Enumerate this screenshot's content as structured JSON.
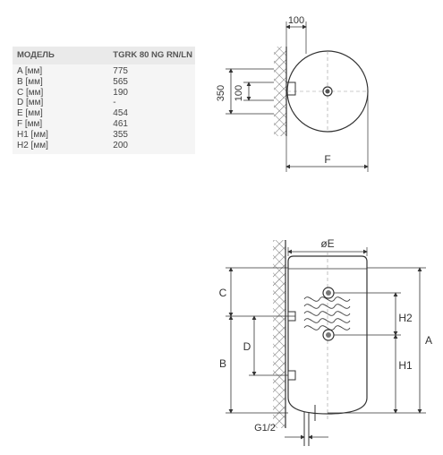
{
  "table": {
    "header": {
      "model_label": "МОДЕЛЬ",
      "model_name": "TGRK 80 NG RN/LN"
    },
    "rows": [
      {
        "label": "A [мм]",
        "value": "775"
      },
      {
        "label": "B [мм]",
        "value": "565"
      },
      {
        "label": "C [мм]",
        "value": "190"
      },
      {
        "label": "D [мм]",
        "value": "-"
      },
      {
        "label": "E [мм]",
        "value": "454"
      },
      {
        "label": "F [мм]",
        "value": "461"
      },
      {
        "label": "H1 [мм]",
        "value": "355"
      },
      {
        "label": "H2 [мм]",
        "value": "200"
      }
    ]
  },
  "top_view": {
    "dim_top": "100",
    "dim_left_outer": "350",
    "dim_left_inner": "100",
    "dim_bottom": "F"
  },
  "side_view": {
    "diameter": "øE",
    "C": "C",
    "B": "B",
    "D": "D",
    "A": "A",
    "H1": "H1",
    "H2": "H2",
    "pipe": "G1/2"
  }
}
